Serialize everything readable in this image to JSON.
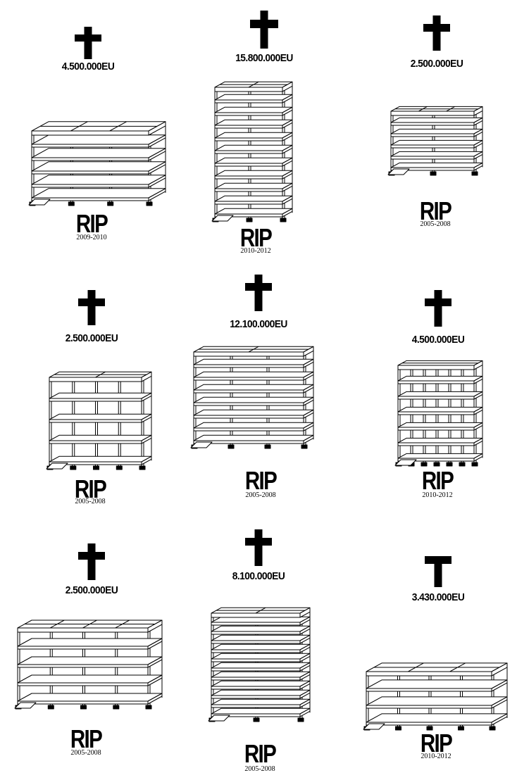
{
  "memorials": [
    {
      "price": "4.500.000EU",
      "rip": "RIP",
      "years": "2009-2010",
      "building": "wide-slab-block"
    },
    {
      "price": "15.800.000EU",
      "rip": "RIP",
      "years": "2010-2012",
      "building": "tall-tower"
    },
    {
      "price": "2.500.000EU",
      "rip": "RIP",
      "years": "2005-2008",
      "building": "compact-stacked-block"
    },
    {
      "price": "2.500.000EU",
      "rip": "RIP",
      "years": "2005-2008",
      "building": "open-frame-on-columns"
    },
    {
      "price": "12.100.000EU",
      "rip": "RIP",
      "years": "2005-2008",
      "building": "cantilever-block"
    },
    {
      "price": "4.500.000EU",
      "rip": "RIP",
      "years": "2010-2012",
      "building": "slatted-facade-block"
    },
    {
      "price": "2.500.000EU",
      "rip": "RIP",
      "years": "2005-2008",
      "building": "low-wide-frame"
    },
    {
      "price": "8.100.000EU",
      "rip": "RIP",
      "years": "2005-2008",
      "building": "exploded-floor-tower"
    },
    {
      "price": "3.430.000EU",
      "rip": "RIP",
      "years": "2010-2012",
      "building": "open-pavilion-frame"
    }
  ],
  "icons": {
    "grave": "cross-icon"
  },
  "colors": {
    "ink": "#000000",
    "paper": "#ffffff"
  }
}
